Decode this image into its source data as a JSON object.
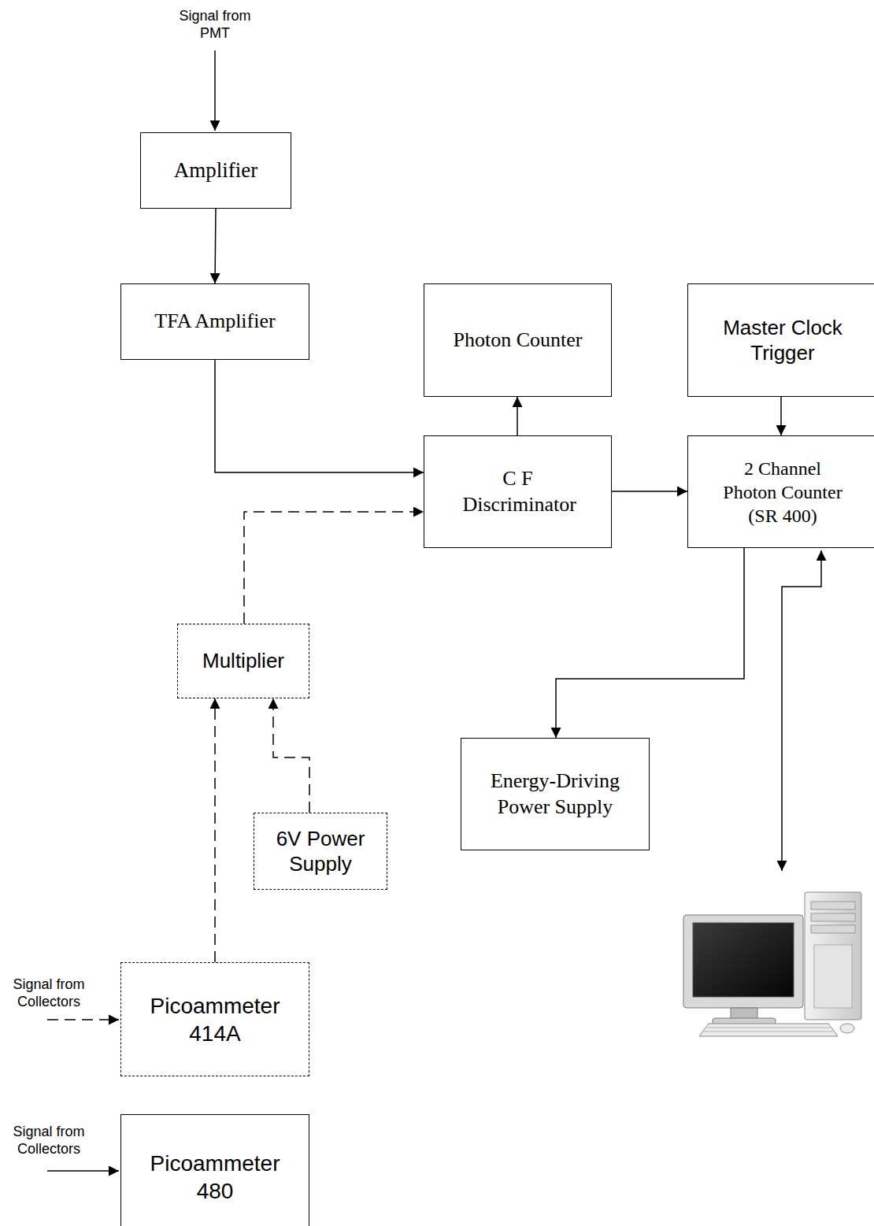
{
  "diagram": {
    "nodes": [
      {
        "text": [
          "Amplifier"
        ]
      },
      {
        "text": [
          "TFA Amplifier"
        ]
      },
      {
        "text": [
          "Photon Counter"
        ]
      },
      {
        "text": [
          "Master Clock Trigger"
        ]
      },
      {
        "text": [
          "C F Discriminator"
        ]
      },
      {
        "text": [
          "2 Channel Photon Counter (SR 400)"
        ]
      },
      {
        "text": [
          "Multiplier"
        ]
      },
      {
        "text": [
          "6V Power Supply"
        ]
      },
      {
        "text": [
          "Energy-Driving Power Supply"
        ]
      },
      {
        "text": [
          "Picoammeter 414A"
        ]
      },
      {
        "text": [
          "Picoammeter 480"
        ]
      }
    ],
    "edges": [
      {
        "from": 0,
        "to": 1,
        "arrow": "to"
      },
      {
        "from": 1,
        "to": 4,
        "arrow": "to"
      },
      {
        "from": 4,
        "to": 2,
        "arrow": "to"
      },
      {
        "from": 4,
        "to": 5,
        "arrow": "to"
      },
      {
        "from": 3,
        "to": 5,
        "arrow": "to"
      },
      {
        "from": 5,
        "to": 8,
        "arrow": "to"
      },
      {
        "from": 6,
        "to": 4,
        "arrow": "to"
      },
      {
        "from": 7,
        "to": 6,
        "arrow": "to"
      },
      {
        "from": 9,
        "to": 6,
        "arrow": "to"
      }
    ],
    "labels": [
      "Signal from PMT",
      "Signal from Collectors",
      "Signal from Collectors"
    ]
  }
}
